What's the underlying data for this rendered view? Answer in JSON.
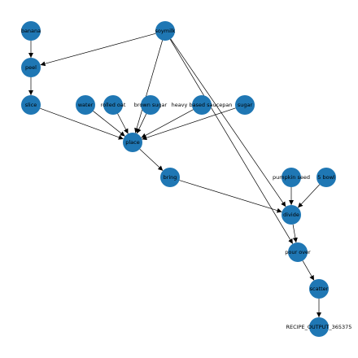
{
  "graph": {
    "nodes": [
      {
        "id": "banana",
        "label": "banana"
      },
      {
        "id": "soymilk",
        "label": "soymilk"
      },
      {
        "id": "peel",
        "label": "peel"
      },
      {
        "id": "slice",
        "label": "slice"
      },
      {
        "id": "water",
        "label": "water"
      },
      {
        "id": "rolled_oat",
        "label": "rolled oat"
      },
      {
        "id": "brown_sugar",
        "label": "brown sugar"
      },
      {
        "id": "heavy_saucepan",
        "label": "heavy based saucepan"
      },
      {
        "id": "sugar",
        "label": "sugar"
      },
      {
        "id": "place",
        "label": "place"
      },
      {
        "id": "bring",
        "label": "bring"
      },
      {
        "id": "pumpkin_seed",
        "label": "pumpkin seed"
      },
      {
        "id": "bowl",
        "label": "5 bowl"
      },
      {
        "id": "divide",
        "label": "divide"
      },
      {
        "id": "pour_over",
        "label": "pour over"
      },
      {
        "id": "scatter",
        "label": "scatter"
      },
      {
        "id": "output",
        "label": "RECIPE_OUTPUT_365375"
      }
    ],
    "edges": [
      {
        "from": "banana",
        "to": "peel"
      },
      {
        "from": "soymilk",
        "to": "peel"
      },
      {
        "from": "soymilk",
        "to": "place"
      },
      {
        "from": "soymilk",
        "to": "divide"
      },
      {
        "from": "soymilk",
        "to": "pour_over"
      },
      {
        "from": "peel",
        "to": "slice"
      },
      {
        "from": "slice",
        "to": "place"
      },
      {
        "from": "water",
        "to": "place"
      },
      {
        "from": "rolled_oat",
        "to": "place"
      },
      {
        "from": "brown_sugar",
        "to": "place"
      },
      {
        "from": "heavy_saucepan",
        "to": "place"
      },
      {
        "from": "sugar",
        "to": "place"
      },
      {
        "from": "place",
        "to": "bring"
      },
      {
        "from": "bring",
        "to": "divide"
      },
      {
        "from": "pumpkin_seed",
        "to": "divide"
      },
      {
        "from": "bowl",
        "to": "divide"
      },
      {
        "from": "divide",
        "to": "pour_over"
      },
      {
        "from": "pour_over",
        "to": "scatter"
      },
      {
        "from": "scatter",
        "to": "output"
      }
    ],
    "colors": {
      "node": "#1f77b4",
      "edge": "#000000",
      "label": "#000000"
    }
  }
}
